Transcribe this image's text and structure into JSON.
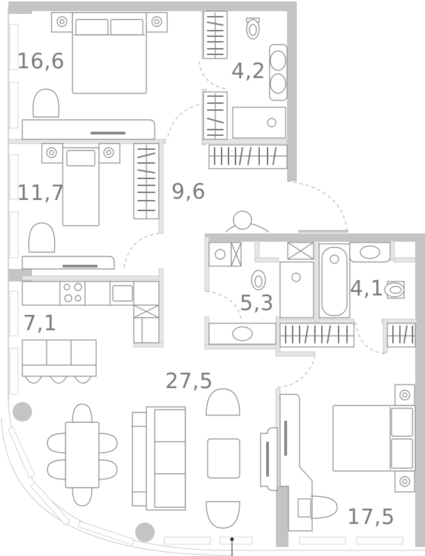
{
  "plan": {
    "colors": {
      "wall": "#c4c4c4",
      "partition": "#e6e6e6",
      "furniture": "#888888",
      "label": "#7a7a7a",
      "column": "#c4c4c4"
    },
    "rooms": [
      {
        "id": "bedroom-1",
        "area": "16,6"
      },
      {
        "id": "bathroom-1",
        "area": "4,2"
      },
      {
        "id": "bedroom-2",
        "area": "11,7"
      },
      {
        "id": "hallway",
        "area": "9,6"
      },
      {
        "id": "bathroom-2",
        "area": "5,3"
      },
      {
        "id": "bathroom-3",
        "area": "4,1"
      },
      {
        "id": "kitchen",
        "area": "7,1"
      },
      {
        "id": "living-room",
        "area": "27,5"
      },
      {
        "id": "master-bedroom",
        "area": "17,5"
      }
    ]
  }
}
